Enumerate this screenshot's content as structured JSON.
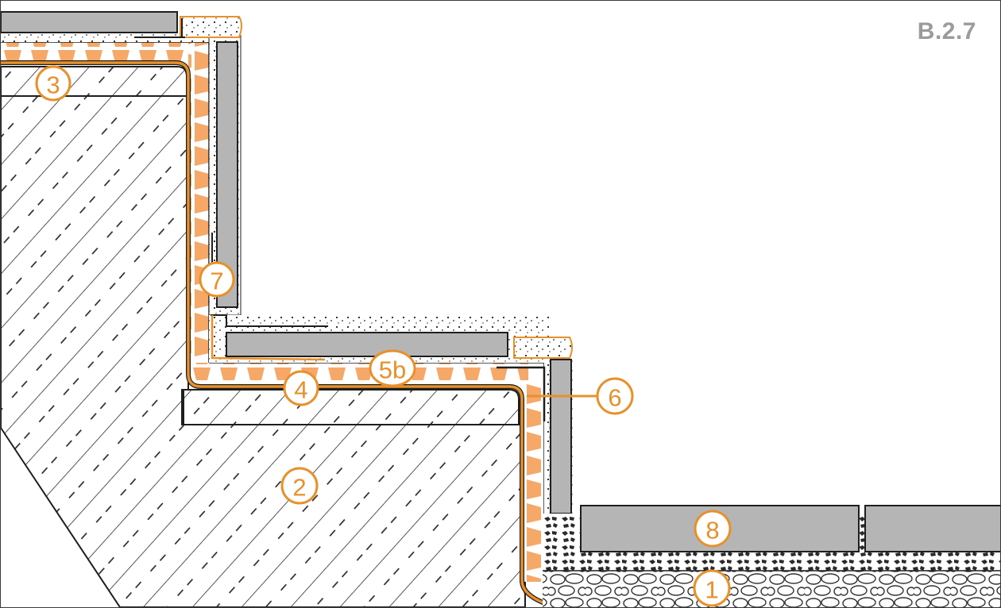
{
  "figure": {
    "code": "B.2.7",
    "callouts": [
      "1",
      "2",
      "3",
      "4",
      "5b",
      "6",
      "7",
      "8"
    ]
  },
  "colors": {
    "accent": "#e8902a",
    "membrane": "#f5a868",
    "tile": "#b5b5b6",
    "outline": "#1e1e1e",
    "code_text": "#9b9b9b"
  }
}
